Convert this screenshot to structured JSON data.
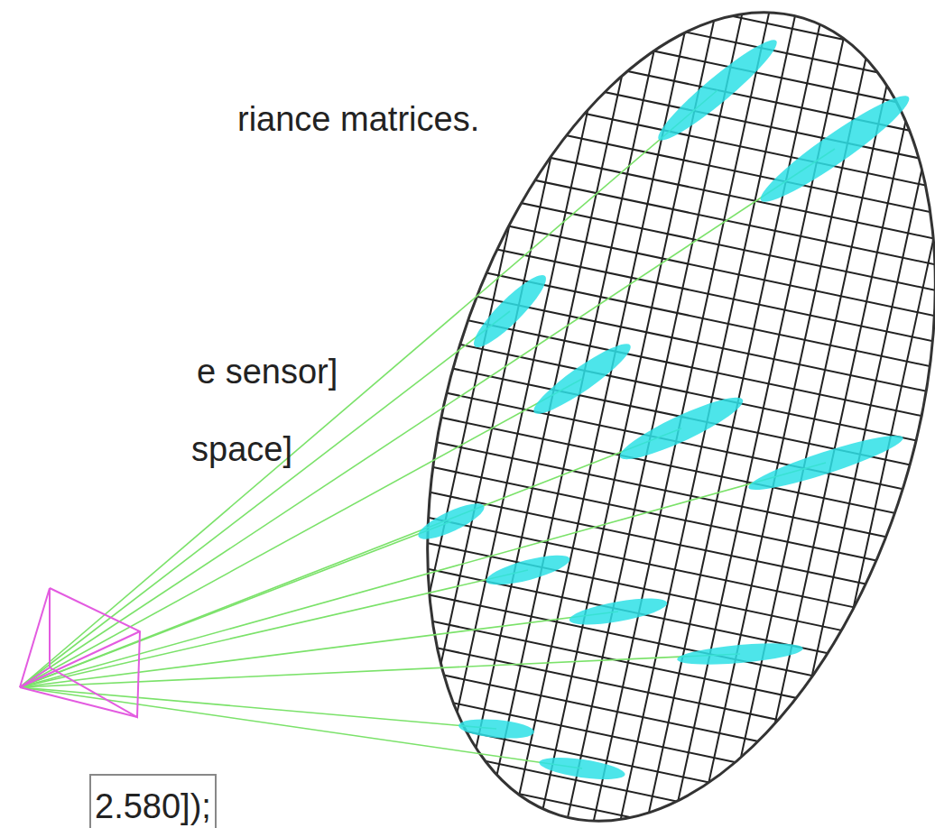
{
  "diagram": {
    "nodes": [
      {
        "text": [
          "2.580]);"
        ]
      }
    ],
    "labels": [
      "riance matrices.",
      "e sensor]",
      "space]"
    ]
  }
}
